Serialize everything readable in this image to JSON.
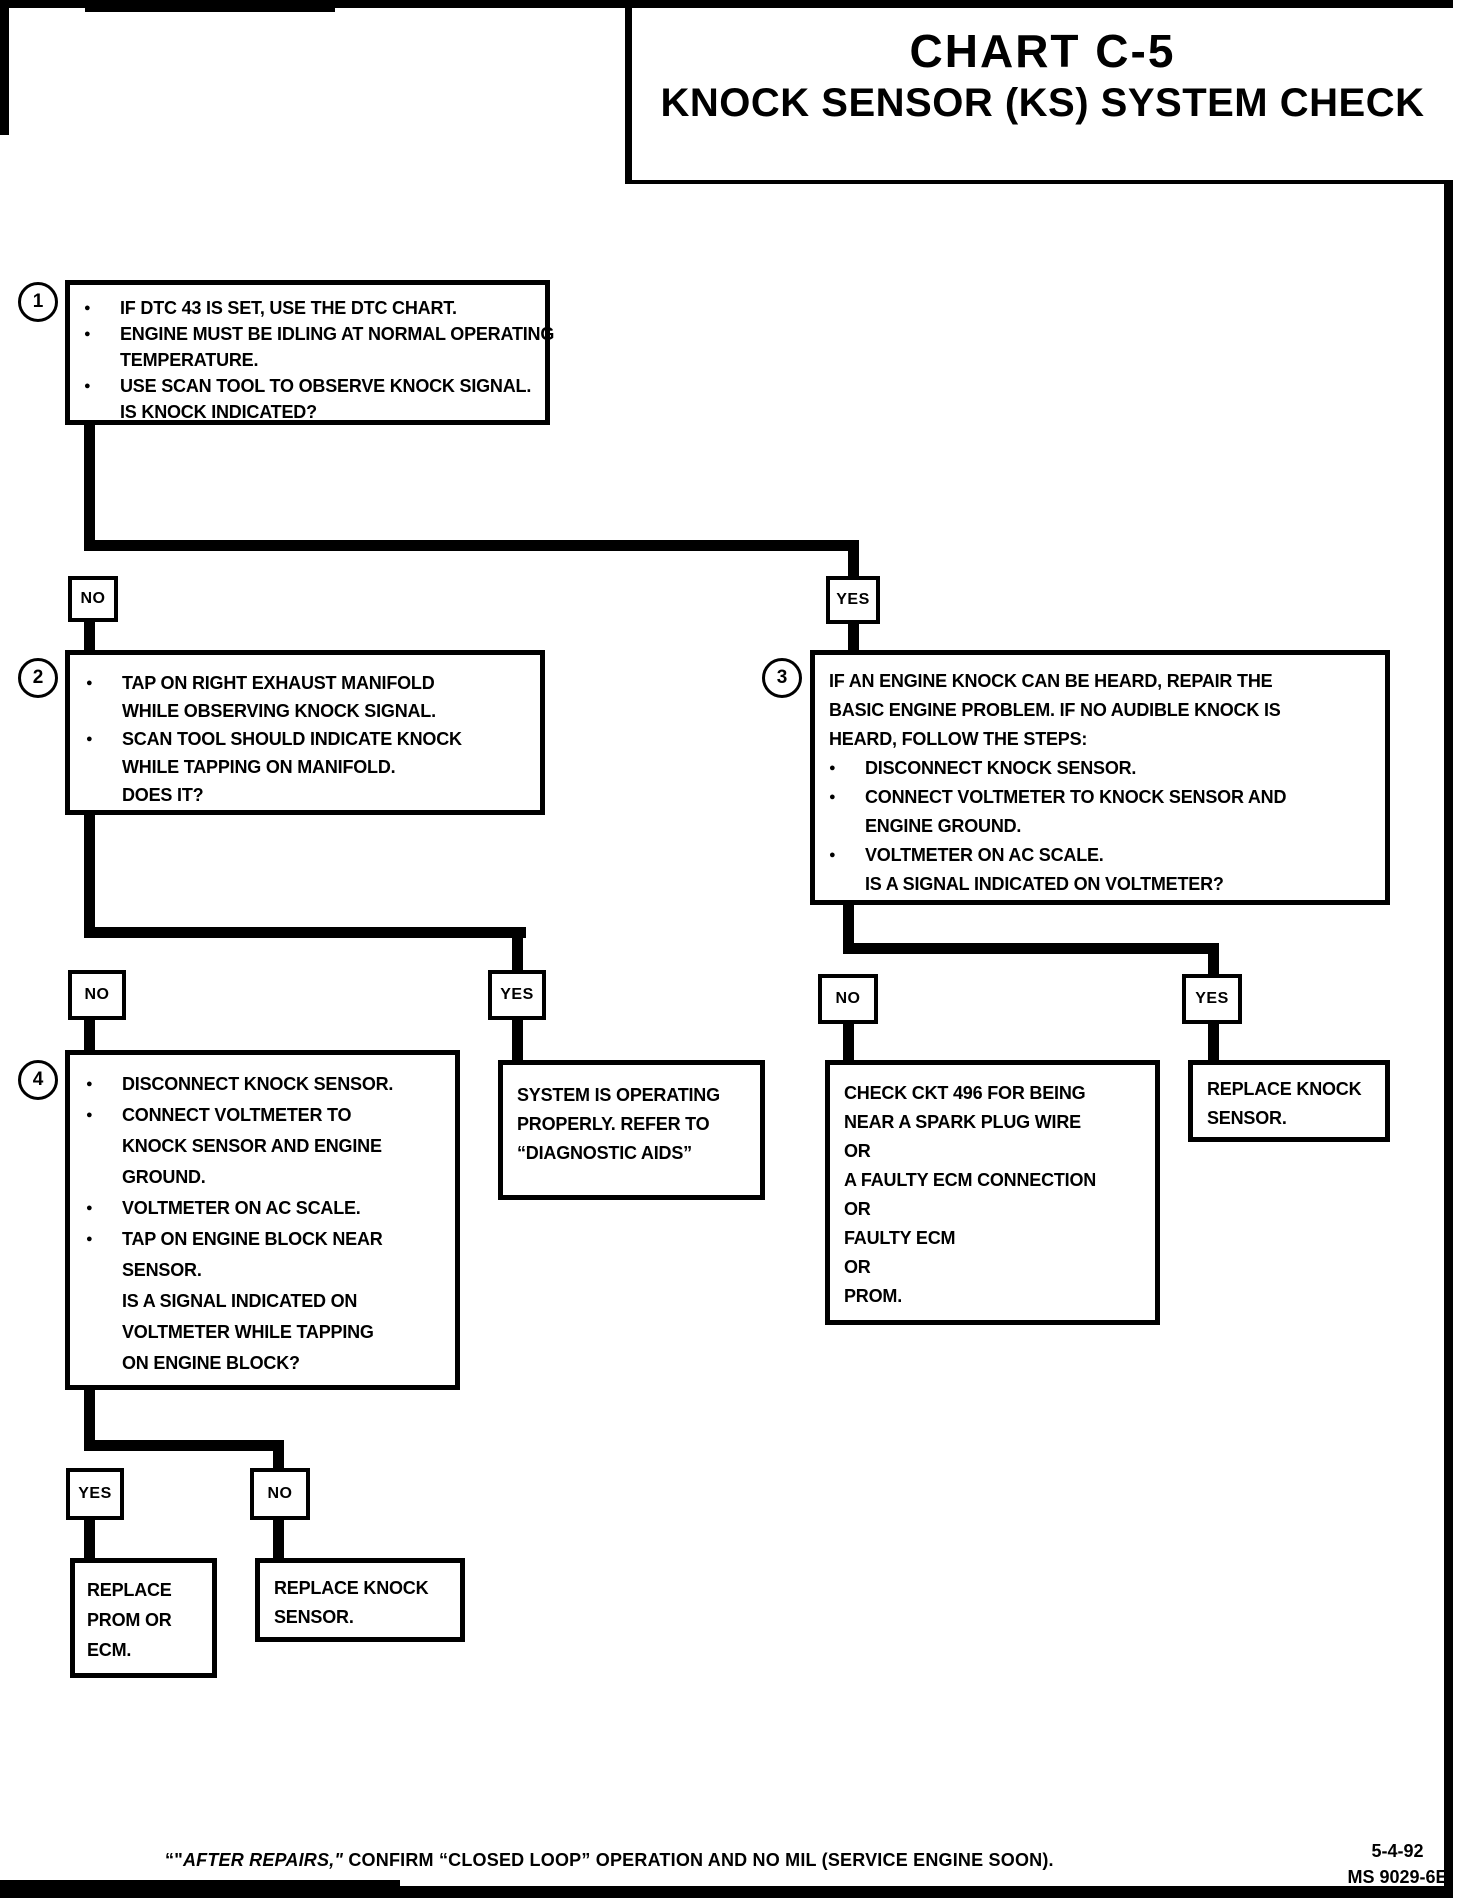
{
  "glyphs": {
    "bullet": "●"
  },
  "labels": {
    "yes": "YES",
    "no": "NO"
  },
  "title": {
    "line1": "CHART C-5",
    "line2": "KNOCK SENSOR (KS) SYSTEM CHECK"
  },
  "steps": {
    "s1": {
      "num": "1",
      "rows": [
        "IF DTC 43 IS SET, USE THE DTC CHART.",
        "ENGINE MUST BE IDLING AT NORMAL OPERATING",
        "TEMPERATURE.",
        "USE SCAN TOOL TO OBSERVE KNOCK SIGNAL.",
        "IS KNOCK INDICATED?"
      ]
    },
    "s2": {
      "num": "2",
      "rows": [
        "TAP ON RIGHT EXHAUST MANIFOLD",
        "WHILE OBSERVING KNOCK SIGNAL.",
        "SCAN TOOL SHOULD INDICATE KNOCK",
        "WHILE TAPPING ON MANIFOLD.",
        "DOES IT?"
      ]
    },
    "s3": {
      "num": "3",
      "rows": [
        "IF AN ENGINE KNOCK CAN BE HEARD, REPAIR THE",
        "BASIC ENGINE PROBLEM.  IF NO AUDIBLE KNOCK IS",
        "HEARD, FOLLOW THE STEPS:",
        "DISCONNECT KNOCK SENSOR.",
        "CONNECT VOLTMETER TO KNOCK SENSOR AND",
        "ENGINE GROUND.",
        "VOLTMETER ON AC SCALE.",
        "IS A SIGNAL INDICATED ON VOLTMETER?"
      ]
    },
    "s4": {
      "num": "4",
      "rows": [
        "DISCONNECT KNOCK SENSOR.",
        "CONNECT VOLTMETER TO",
        "KNOCK SENSOR AND ENGINE",
        "GROUND.",
        "VOLTMETER ON AC SCALE.",
        "TAP ON ENGINE BLOCK NEAR",
        "SENSOR.",
        "IS A SIGNAL INDICATED ON",
        "VOLTMETER WHILE TAPPING",
        "ON ENGINE BLOCK?"
      ]
    }
  },
  "outcomes": {
    "system_ok": {
      "rows": [
        "SYSTEM IS OPERATING",
        "PROPERLY.  REFER TO",
        "“DIAGNOSTIC AIDS”"
      ]
    },
    "check_ckt": {
      "rows": [
        "CHECK CKT 496 FOR BEING",
        "NEAR A SPARK PLUG WIRE",
        "OR",
        "A FAULTY ECM CONNECTION",
        "OR",
        "FAULTY ECM",
        "OR",
        "PROM."
      ]
    },
    "replace_sensor_right": {
      "rows": [
        "REPLACE KNOCK",
        "SENSOR."
      ]
    },
    "replace_prom": {
      "rows": [
        "REPLACE",
        "PROM OR",
        "ECM."
      ]
    },
    "replace_sensor_bottom": {
      "rows": [
        "REPLACE KNOCK",
        "SENSOR."
      ]
    }
  },
  "footer": {
    "note_prefix": "“\"",
    "note_italic": "AFTER REPAIRS,\"",
    "note_rest": " CONFIRM “CLOSED LOOP” OPERATION AND NO MIL (SERVICE ENGINE SOON).",
    "date": "5-4-92",
    "code": "MS 9029-6E"
  }
}
